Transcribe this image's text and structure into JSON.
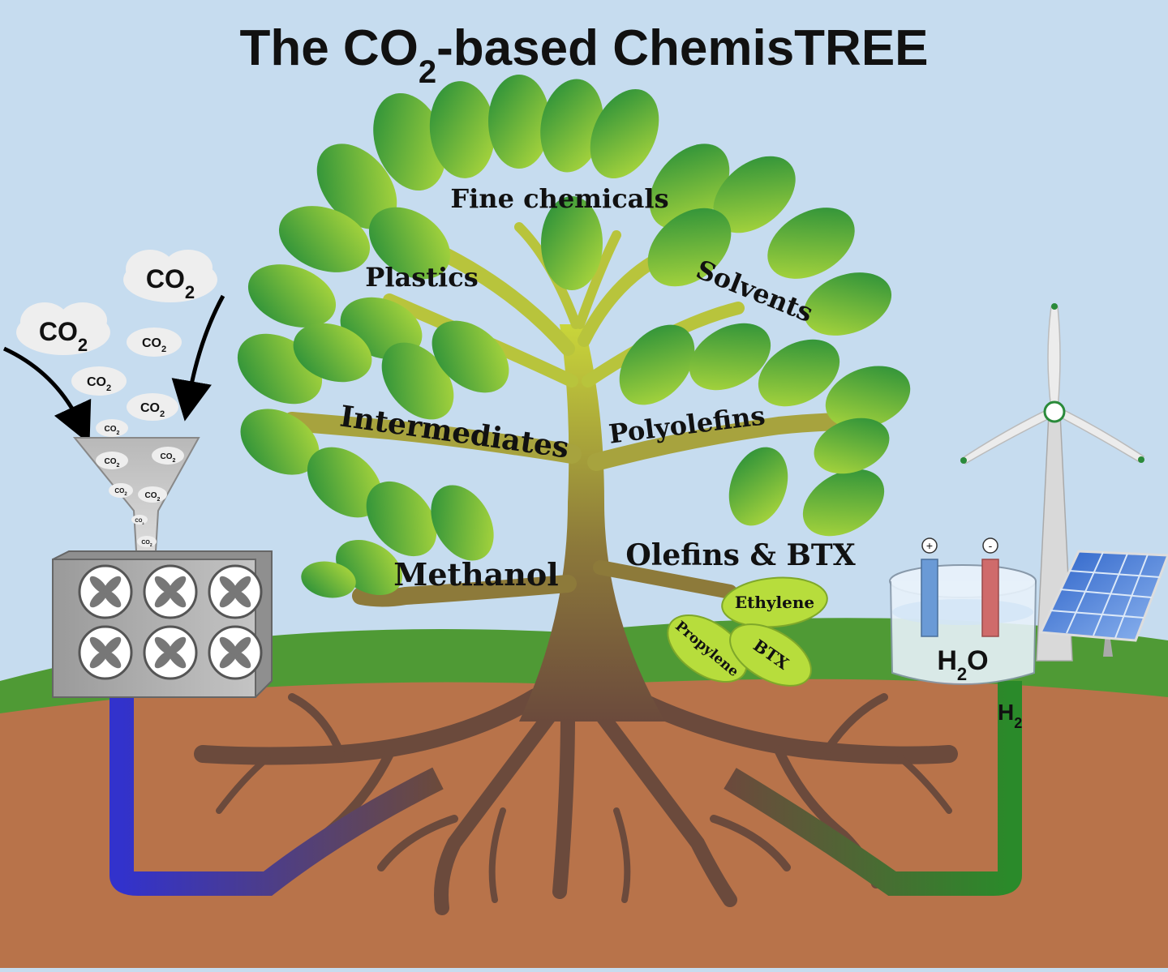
{
  "title": {
    "prefix": "The CO",
    "subscript": "2",
    "suffix": "-based ChemisTREE"
  },
  "co2_clouds": {
    "formula": "CO",
    "subscript": "2"
  },
  "tree_labels": {
    "fine_chemicals": "Fine chemicals",
    "plastics": "Plastics",
    "solvents": "Solvents",
    "intermediates": "Intermediates",
    "polyolefins": "Polyolefins",
    "methanol": "Methanol",
    "olefins_btx": "Olefins & BTX"
  },
  "small_leaves": {
    "ethylene": "Ethylene",
    "propylene": "Propylene",
    "btx": "BTX"
  },
  "electrolyzer": {
    "water_main": "H",
    "water_sub": "2",
    "water_end": "O",
    "hydrogen_main": "H",
    "hydrogen_sub": "2",
    "plus_sign": "+",
    "minus_sign": "-"
  },
  "colors": {
    "sky": "#c6dcef",
    "grass": "#4f9a35",
    "soil": "#b8734a",
    "trunk_top": "#c9d63a",
    "trunk_bottom": "#6b4a3c",
    "leaf_dark": "#1f8a3a",
    "leaf_light": "#b7dd3c",
    "co2_pipe": "#3232cc",
    "h2_pipe": "#2a8a2a"
  },
  "icons": [
    "fan-icon",
    "wind-turbine-icon",
    "solar-panel-icon",
    "arrow-icon",
    "cloud-icon"
  ]
}
